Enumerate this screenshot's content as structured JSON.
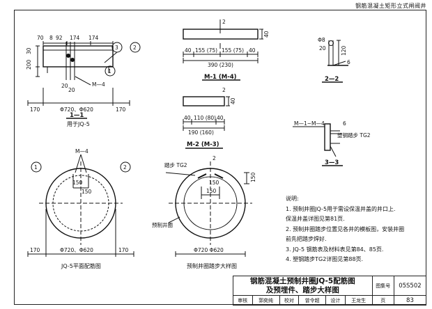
{
  "header": {
    "caption": "钢筋混凝土矩形立式闸阀井"
  },
  "sec11": {
    "title": "1—1",
    "subtitle": "用于JQ-5",
    "dim_top": [
      "70",
      "8",
      "92",
      "174",
      "174"
    ],
    "dim_left": [
      "200",
      "30"
    ],
    "dim_small": [
      "20",
      "20"
    ],
    "dim_bottom": [
      "170",
      "Φ720、Φ620",
      "170"
    ],
    "label": "M—4",
    "circles": [
      "3",
      "2",
      "1"
    ]
  },
  "m1": {
    "title": "M-1 (M-4)",
    "mark": "2",
    "dims": [
      "40",
      "155 (75)",
      "155 (75)",
      "40",
      "390 (230)"
    ],
    "height": "40"
  },
  "m2": {
    "title": "M-2 (M-3)",
    "mark": "2",
    "dims": [
      "40",
      "110 (80)",
      "40",
      "190 (160)"
    ],
    "height": "40"
  },
  "sec22": {
    "title": "2—2",
    "labels": [
      "Φ8",
      "20",
      "120",
      "6"
    ]
  },
  "sec33": {
    "title": "3—3",
    "labels": [
      "M—1~M—4",
      "6",
      "塑钢踏步 TG2"
    ]
  },
  "plan": {
    "title": "JQ-5平面配筋图",
    "label": "M—4",
    "dims": [
      "150",
      "150",
      "170",
      "Φ720、Φ620",
      "170"
    ],
    "circles": [
      "1",
      "2"
    ]
  },
  "step": {
    "title": "预制井圈踏步大样图",
    "labels": [
      "踏步 TG2",
      "预制井圈",
      "150",
      "150"
    ],
    "mark": "2",
    "dims": [
      "Φ720 Φ620"
    ]
  },
  "notes": {
    "title": "说明:",
    "lines": [
      "1. 预制井圈JQ-5用于需设保温井盖的井口上.",
      "    保温井盖详图见第81页.",
      "2. 预制井圈踏步位置见各井的模板图，安装井圈",
      "    前先把踏步焊好.",
      "3. JQ-5 钢筋表及材料表见第84、85页.",
      "4. 塑钢踏步TG2详图见第88页."
    ]
  },
  "title_block": {
    "title_line1": "钢筋混凝土预制井圈JQ-5配筋图",
    "title_line2": "及预埋件、踏步大样图",
    "atlas_label": "图集号",
    "atlas_no": "05S502",
    "review_label": "审核",
    "review_name": "郭奕纯",
    "check_label": "校对",
    "check_name": "曾令超",
    "design_label": "设计",
    "design_name": "王龙生",
    "page_label": "页",
    "page_no": "83"
  }
}
